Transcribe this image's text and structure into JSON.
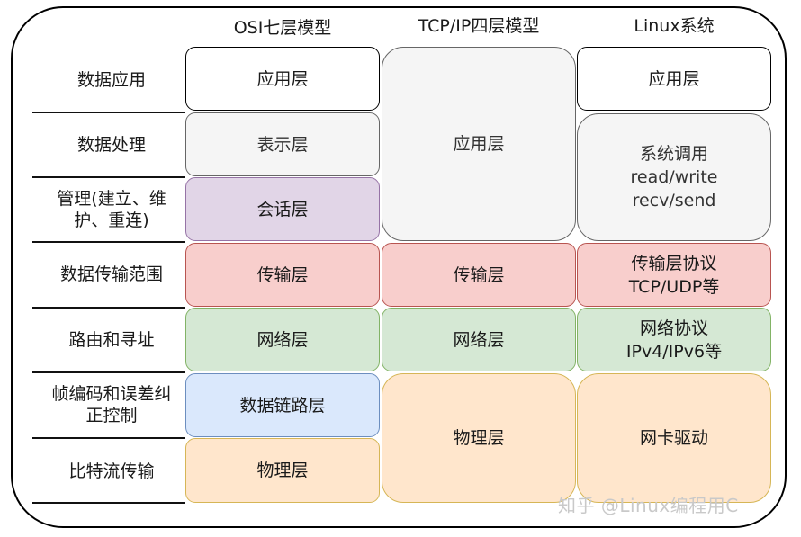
{
  "headers": {
    "osi": "OSI七层模型",
    "tcpip": "TCP/IP四层模型",
    "linux": "Linux系统"
  },
  "row_labels": [
    [
      "数据应用"
    ],
    [
      "数据处理"
    ],
    [
      "管理(建立、维",
      "护、重连)"
    ],
    [
      "数据传输范围"
    ],
    [
      "路由和寻址"
    ],
    [
      "帧编码和误差纠",
      "正控制"
    ],
    [
      "比特流传输"
    ]
  ],
  "osi_layers": [
    "应用层",
    "表示层",
    "会话层",
    "传输层",
    "网络层",
    "数据链路层",
    "物理层"
  ],
  "tcpip_layers": [
    "应用层",
    "传输层",
    "网络层",
    "物理层"
  ],
  "linux_layers": [
    [
      "应用层"
    ],
    [
      "系统调用",
      "read/write",
      "recv/send"
    ],
    [
      "传输层协议",
      "TCP/UDP等"
    ],
    [
      "网络协议",
      "IPv4/IPv6等"
    ],
    [
      "网卡驱动"
    ]
  ],
  "colors": {
    "white": "#ffffff",
    "gray": "#f5f5f5",
    "purple": "#e1d5e7",
    "red": "#f8cecc",
    "green": "#d5e8d4",
    "blue": "#dae8fc",
    "orange": "#ffe6cc"
  },
  "watermark": "知乎 @Linux编程用C"
}
